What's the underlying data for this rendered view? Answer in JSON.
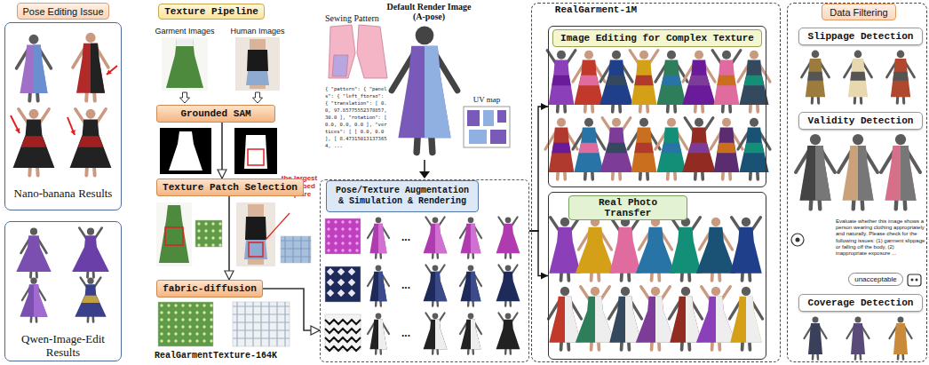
{
  "diagram": {
    "nodes": [
      {
        "text": [
          "Pose Editing Issue"
        ]
      },
      {
        "text": [
          "Nano-banana Results"
        ],
        "in": 0
      },
      {
        "text": [
          "Qwen-Image-Edit Results"
        ],
        "in": 0
      },
      {
        "text": [
          "Texture Pipeline"
        ]
      },
      {
        "text": [
          "Grounded SAM"
        ]
      },
      {
        "text": [
          "Texture Patch Selection"
        ]
      },
      {
        "text": [
          "fabric-diffusion"
        ]
      },
      {
        "text": [
          "Pose/Texture Augmentation & Simulation & Rendering"
        ]
      },
      {
        "text": [
          "RealGarment-1M"
        ]
      },
      {
        "text": [
          "Image Editing for Complex Texture"
        ],
        "in": 8
      },
      {
        "text": [
          "Real Photo Transfer"
        ],
        "in": 8
      },
      {
        "text": [
          "Data Filtering"
        ]
      },
      {
        "text": [
          "Slippage Detection"
        ],
        "in": 11
      },
      {
        "text": [
          "Validity Detection"
        ],
        "in": 11
      },
      {
        "text": [
          "unacceptable"
        ],
        "in": 11
      },
      {
        "text": [
          "Coverage Detection"
        ],
        "in": 11
      }
    ],
    "edges": [
      {
        "from": 4,
        "to": 5,
        "arrow": "to"
      },
      {
        "from": 5,
        "to": 6,
        "arrow": "to"
      },
      {
        "from": 6,
        "to": 7,
        "arrow": "to"
      },
      {
        "from": 7,
        "to": 9,
        "arrow": "to"
      },
      {
        "from": 7,
        "to": 10,
        "arrow": "to"
      }
    ],
    "labels": [
      "Garment Images",
      "Human Images",
      "the largest inscribed square",
      "RealGarmentTexture-164K",
      "Sewing Pattern",
      "Default Render Image (A-pose)",
      "{ \"pattern\": { \"panels\": { \"left_ftorso\": { \"translation\": [ 0.0, 97.85775552378857, 30.0 ], \"rotation\": [ 0.0, 0.0, 0.0 ], \"vertices\": [ [ 0.0, 0.0 ], [ 8.473150131373654, ...",
      "UV map",
      "...",
      "...",
      "...",
      "Evaluate whether this image shows a person wearing clothing appropriately and naturally. Please check for the following issues: (1) garment slippage or falling off the body, (2) inappropriate exposure ..."
    ]
  }
}
